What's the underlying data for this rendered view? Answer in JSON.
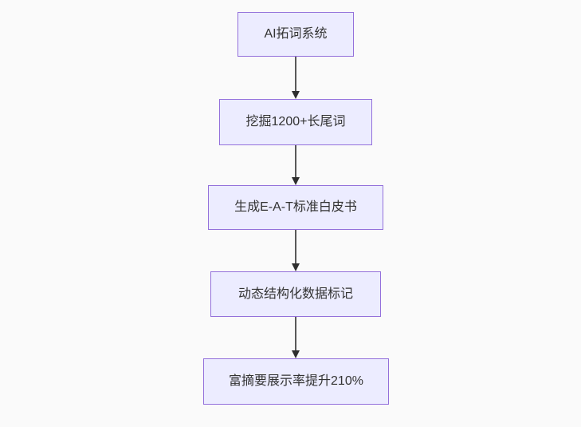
{
  "diagram": {
    "type": "flowchart",
    "direction": "top-down",
    "nodes": [
      {
        "id": "A",
        "label": "AI拓词系统"
      },
      {
        "id": "B",
        "label": "挖掘1200+长尾词"
      },
      {
        "id": "C",
        "label": "生成E-A-T标准白皮书"
      },
      {
        "id": "D",
        "label": "动态结构化数据标记"
      },
      {
        "id": "E",
        "label": "富摘要展示率提升210%"
      }
    ],
    "edges": [
      {
        "from": "A",
        "to": "B"
      },
      {
        "from": "B",
        "to": "C"
      },
      {
        "from": "C",
        "to": "D"
      },
      {
        "from": "D",
        "to": "E"
      }
    ],
    "colors": {
      "background": "#FAFAFA",
      "node_fill": "#ECECFF",
      "node_border": "#9370DB",
      "node_text": "#333333",
      "edge_line": "#595959",
      "edge_arrowhead": "#2E2E2E"
    }
  }
}
